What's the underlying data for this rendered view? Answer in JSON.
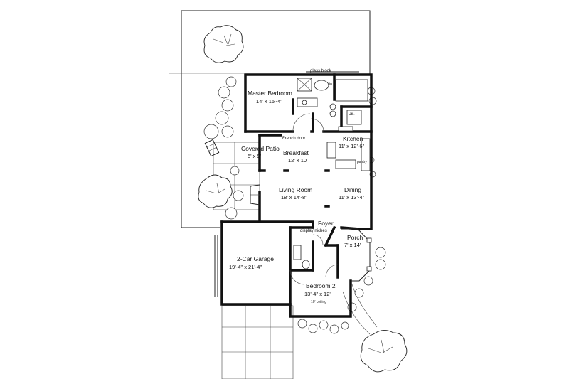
{
  "rooms": {
    "master_bedroom": {
      "name": "Master Bedroom",
      "size": "14' x 15'-4\""
    },
    "covered_patio": {
      "name": "Covered Patio",
      "size": "5' x 9'"
    },
    "breakfast": {
      "name": "Breakfast",
      "size": "12' x 10'"
    },
    "kitchen": {
      "name": "Kitchen",
      "size": "11' x 12'-6\""
    },
    "living_room": {
      "name": "Living Room",
      "size": "18' x 14'-8\""
    },
    "dining": {
      "name": "Dining",
      "size": "11' x 13'-4\""
    },
    "foyer": {
      "name": "Foyer"
    },
    "porch": {
      "name": "Porch",
      "size": "7' x 14'"
    },
    "garage": {
      "name": "2-Car Garage",
      "size": "19'-4\" x 21'-4\""
    },
    "bedroom2": {
      "name": "Bedroom 2",
      "size": "13'-4\" x 12'",
      "note": "10' ceiling"
    }
  },
  "notes": {
    "glass_block": "glass block",
    "french_door": "French door",
    "pantry": "pantry",
    "display_niches": "display niches",
    "utility": "Util.",
    "linen": "lin."
  }
}
